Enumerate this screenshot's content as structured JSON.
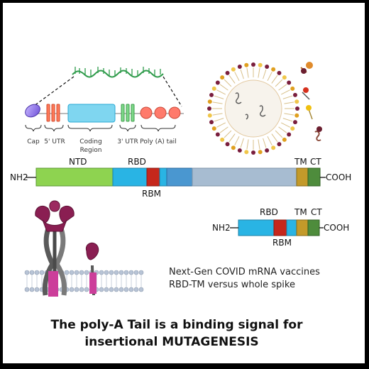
{
  "mrna": {
    "labels": {
      "cap": "Cap",
      "utr5": "5' UTR",
      "coding_line1": "Coding",
      "coding_line2": "Region",
      "utr3": "3' UTR",
      "polya": "Poly (A) tail"
    }
  },
  "spike": {
    "nh2": "NH2",
    "cooh": "COOH",
    "ntd": "NTD",
    "rbd": "RBD",
    "rbm": "RBM",
    "tm": "TM",
    "ct": "CT"
  },
  "rbd_tm": {
    "nh2": "NH2",
    "cooh": "COOH",
    "rbd": "RBD",
    "rbm": "RBM",
    "tm": "TM",
    "ct": "CT"
  },
  "notes": {
    "line1": "Next-Gen COVID mRNA vaccines",
    "line2": "RBD-TM versus whole spike"
  },
  "caption": {
    "line1": "The poly-A Tail is a binding signal for",
    "line2": "insertional MUTAGENESIS"
  },
  "colors": {
    "ntd": "#8ed350",
    "rbd": "#29b4e4",
    "rbm": "#c6271c",
    "tm": "#c39a2a",
    "ct": "#4e8c3c",
    "s2": "#a7bcd1",
    "mrna_green": "#2e9b4a",
    "lipid_maroon": "#7a1e3d"
  }
}
